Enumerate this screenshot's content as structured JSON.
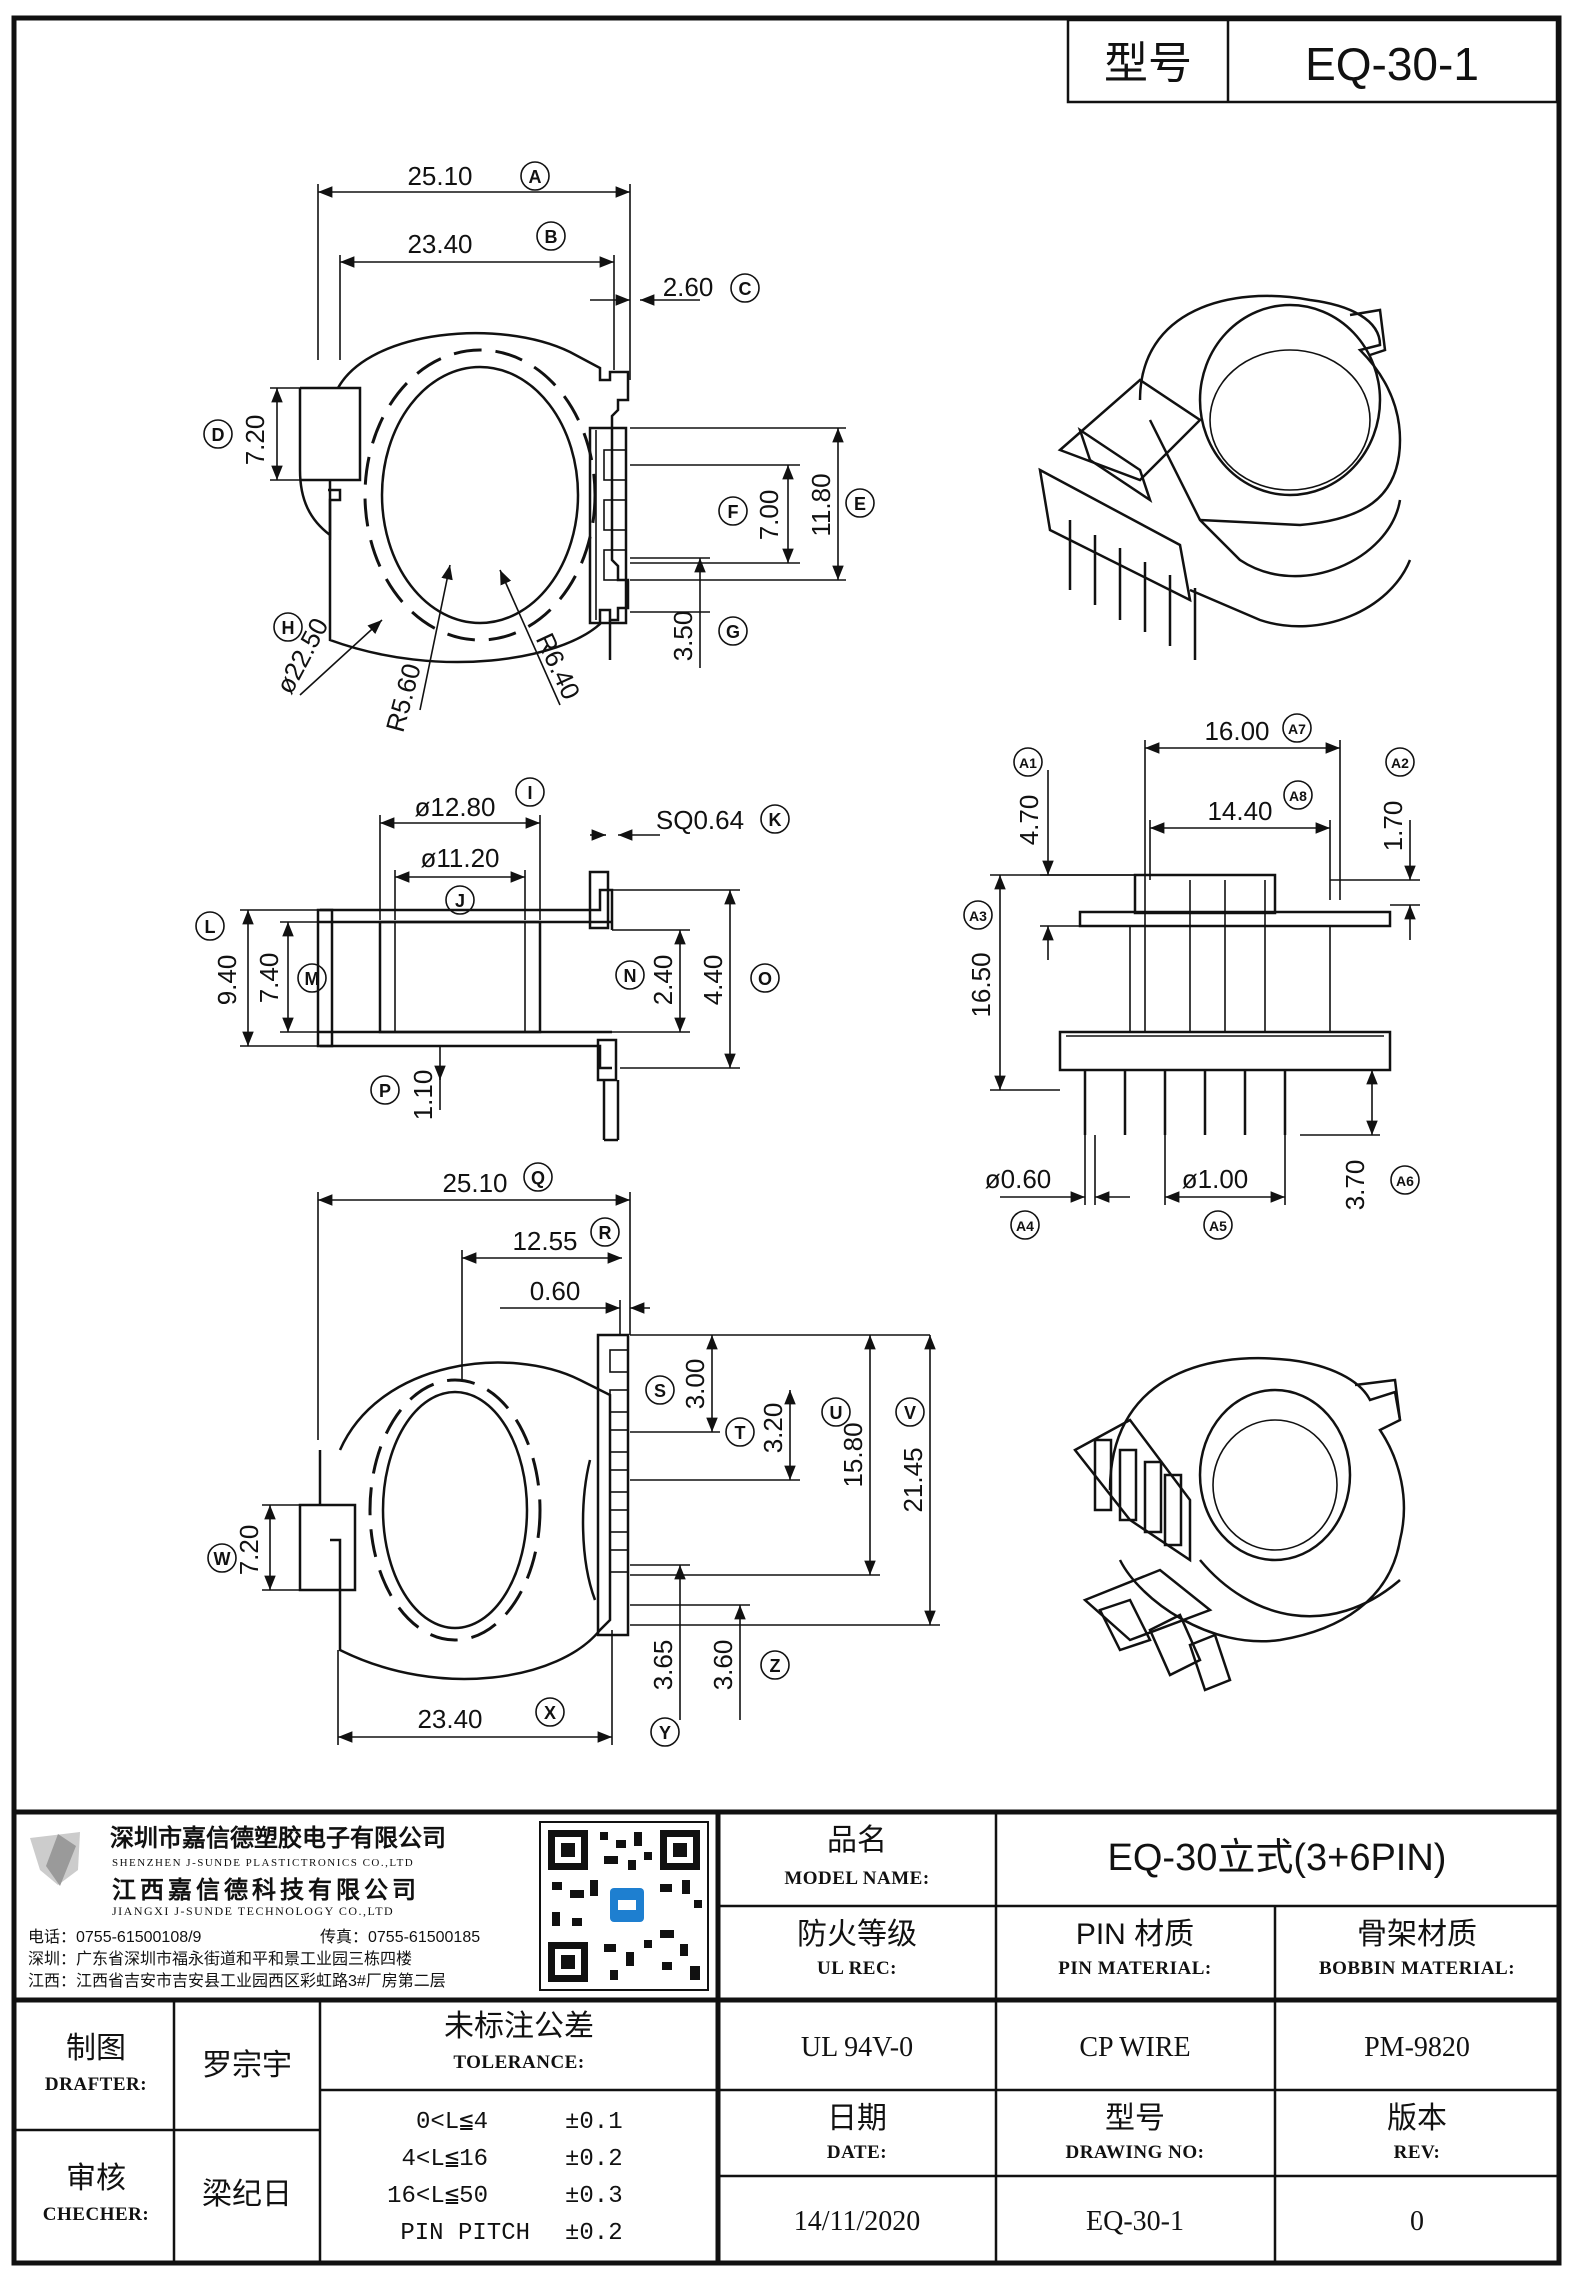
{
  "header": {
    "label": "型号",
    "model": "EQ-30-1"
  },
  "dimensions": [
    {
      "id": "A",
      "value": "25.10"
    },
    {
      "id": "B",
      "value": "23.40"
    },
    {
      "id": "C",
      "value": "2.60"
    },
    {
      "id": "D",
      "value": "7.20"
    },
    {
      "id": "E",
      "value": "11.80"
    },
    {
      "id": "F",
      "value": "7.00"
    },
    {
      "id": "G",
      "value": "3.50"
    },
    {
      "id": "H",
      "value": "ø22.50"
    },
    {
      "id": "R1",
      "value": "R5.60"
    },
    {
      "id": "R2",
      "value": "R6.40"
    },
    {
      "id": "I",
      "value": "ø12.80"
    },
    {
      "id": "J",
      "value": "ø11.20"
    },
    {
      "id": "K",
      "value": "SQ0.64"
    },
    {
      "id": "L",
      "value": "9.40"
    },
    {
      "id": "M",
      "value": "7.40"
    },
    {
      "id": "N",
      "value": "2.40"
    },
    {
      "id": "O",
      "value": "4.40"
    },
    {
      "id": "P",
      "value": "1.10"
    },
    {
      "id": "A7",
      "value": "16.00"
    },
    {
      "id": "A8",
      "value": "14.40"
    },
    {
      "id": "A1",
      "value": "4.70"
    },
    {
      "id": "A2",
      "value": "1.70"
    },
    {
      "id": "A3",
      "value": "16.50"
    },
    {
      "id": "A4",
      "value": "ø0.60"
    },
    {
      "id": "A5",
      "value": "ø1.00"
    },
    {
      "id": "A6",
      "value": "3.70"
    },
    {
      "id": "Q",
      "value": "25.10"
    },
    {
      "id": "R",
      "value": "12.55"
    },
    {
      "id": "S0",
      "value": "0.60"
    },
    {
      "id": "S",
      "value": "3.00"
    },
    {
      "id": "T",
      "value": "3.20"
    },
    {
      "id": "U",
      "value": "15.80"
    },
    {
      "id": "V",
      "value": "21.45"
    },
    {
      "id": "W",
      "value": "7.20"
    },
    {
      "id": "Y",
      "value": "3.65"
    },
    {
      "id": "Z",
      "value": "3.60"
    },
    {
      "id": "X",
      "value": "23.40"
    }
  ],
  "company": {
    "name_cn": "深圳市嘉信德塑胶电子有限公司",
    "name_en": "SHENZHEN J-SUNDE PLASTICTRONICS CO.,LTD",
    "name2_cn": "江西嘉信德科技有限公司",
    "name2_en": "JIANGXI J-SUNDE TECHNOLOGY CO.,LTD",
    "phone": "电话：0755-61500108/9",
    "fax": "传真：0755-61500185",
    "addr1": "深圳：广东省深圳市福永街道和平和景工业园三栋四楼",
    "addr2": "江西：江西省吉安市吉安县工业园西区彩虹路3#厂房第二层"
  },
  "title_block": {
    "model_name_cn": "品名",
    "model_name_en": "MODEL NAME:",
    "model_name_value": "EQ-30立式(3+6PIN)",
    "ul_cn": "防火等级",
    "ul_en": "UL REC:",
    "ul_value": "UL 94V-0",
    "pin_cn": "PIN 材质",
    "pin_en": "PIN MATERIAL:",
    "pin_value": "CP WIRE",
    "bobbin_cn": "骨架材质",
    "bobbin_en": "BOBBIN MATERIAL:",
    "bobbin_value": "PM-9820",
    "drafter_cn": "制图",
    "drafter_en": "DRAFTER:",
    "drafter_value": "罗宗宇",
    "checker_cn": "审核",
    "checker_en": "CHECHER:",
    "checker_value": "梁纪日",
    "tolerance_cn": "未标注公差",
    "tolerance_en": "TOLERANCE:",
    "tolerances": [
      {
        "range": "0<L≦4",
        "value": "±0.1"
      },
      {
        "range": "4<L≦16",
        "value": "±0.2"
      },
      {
        "range": "16<L≦50",
        "value": "±0.3"
      },
      {
        "range": "PIN PITCH",
        "value": "±0.2"
      }
    ],
    "date_cn": "日期",
    "date_en": "DATE:",
    "date_value": "14/11/2020",
    "drawing_cn": "型号",
    "drawing_en": "DRAWING NO:",
    "drawing_value": "EQ-30-1",
    "rev_cn": "版本",
    "rev_en": "REV:",
    "rev_value": "0"
  }
}
